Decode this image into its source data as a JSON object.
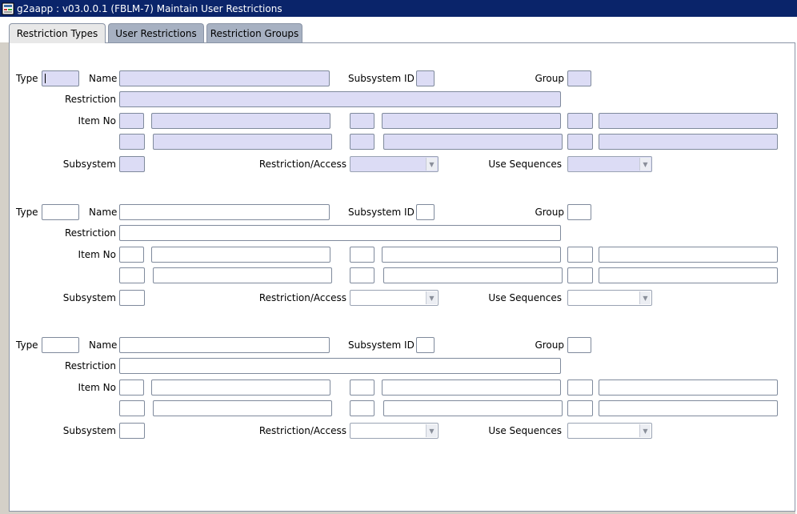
{
  "window": {
    "title": "g2aapp : v03.0.0.1  (FBLM-7) Maintain User Restrictions"
  },
  "tabs": [
    {
      "label": "Restriction Types",
      "active": true
    },
    {
      "label": "User Restrictions",
      "active": false
    },
    {
      "label": "Restriction Groups",
      "active": false
    }
  ],
  "labels": {
    "type": "Type",
    "name": "Name",
    "subsystem_id": "Subsystem ID",
    "group": "Group",
    "restriction": "Restriction",
    "item_no": "Item No",
    "subsystem": "Subsystem",
    "restriction_access": "Restriction/Access",
    "use_sequences": "Use Sequences"
  },
  "records": [
    {
      "active": true,
      "type": "",
      "name": "",
      "subsystem_id": "",
      "group": "",
      "restriction": "",
      "subsystem": "",
      "restriction_access": "",
      "use_sequences": ""
    },
    {
      "active": false,
      "type": "",
      "name": "",
      "subsystem_id": "",
      "group": "",
      "restriction": "",
      "subsystem": "",
      "restriction_access": "",
      "use_sequences": ""
    },
    {
      "active": false,
      "type": "",
      "name": "",
      "subsystem_id": "",
      "group": "",
      "restriction": "",
      "subsystem": "",
      "restriction_access": "",
      "use_sequences": ""
    }
  ],
  "colors": {
    "titlebar": "#0a246a",
    "active_field": "#dcdcf5",
    "tab": "#a7b1c2",
    "active_tab": "#e8e8e8"
  },
  "icons": {
    "app": "app-form-icon",
    "dropdown": "chevron-down-icon"
  }
}
